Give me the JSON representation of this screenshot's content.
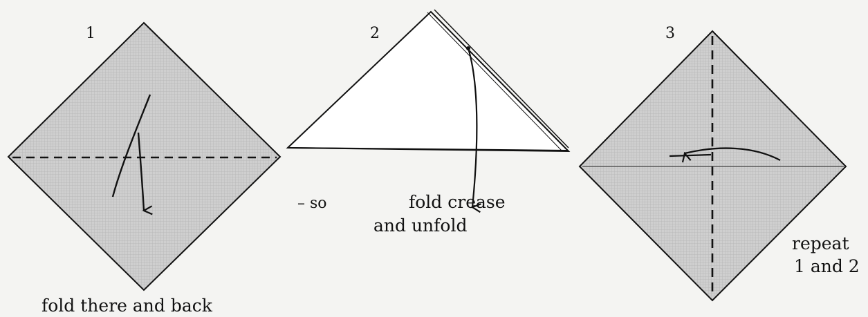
{
  "steps": [
    {
      "number": "1",
      "caption": "fold there and back"
    },
    {
      "number": "2",
      "caption_left": "– so",
      "caption_main": "fold crease",
      "caption_sub": "and unfold"
    },
    {
      "number": "3",
      "caption_line1": "repeat",
      "caption_line2": "1 and 2"
    }
  ],
  "colors": {
    "paper": "#f4f4f2",
    "shade": "#c9c9c9",
    "ink": "#111111"
  },
  "icons": [
    "arrow-icon"
  ]
}
